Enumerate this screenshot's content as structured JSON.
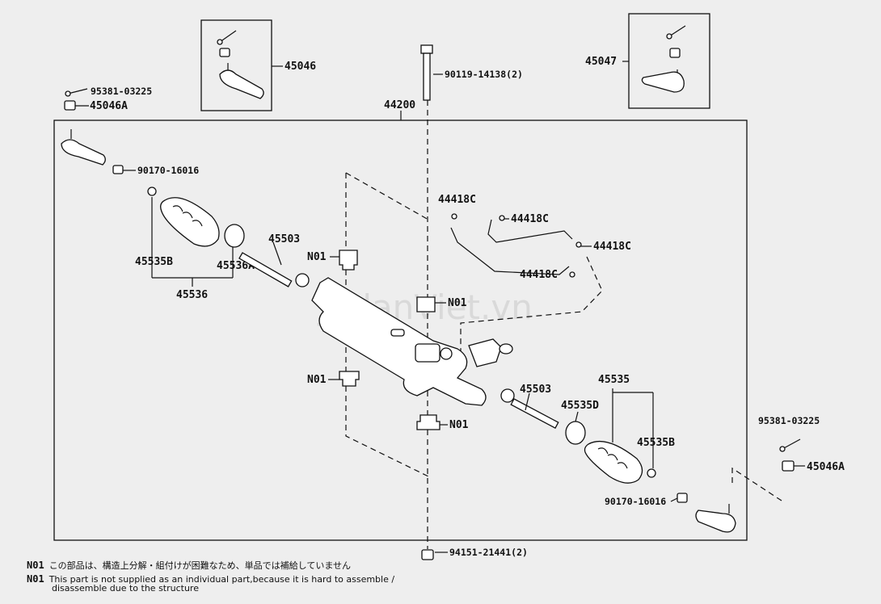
{
  "watermark": "JedanViet.vn",
  "labels": {
    "p44200": "44200",
    "p45046": "45046",
    "p45047": "45047",
    "bolt_top": "90119-14138(2)",
    "pin_left": "95381-03225",
    "nut_left": "45046A",
    "nut_90170_left": "90170-16016",
    "p45535b_left": "45535B",
    "p45536a": "45536A",
    "p45536": "45536",
    "p45503_left": "45503",
    "n01_a": "N01",
    "n01_b": "N01",
    "n01_c": "N01",
    "n01_d": "N01",
    "p44418c_1": "44418C",
    "p44418c_2": "44418C",
    "p44418c_3": "44418C",
    "p44418c_4": "44418C",
    "p45503_right": "45503",
    "p45535": "45535",
    "p45535d": "45535D",
    "p45535b_right": "45535B",
    "nut_90170_right": "90170-16016",
    "pin_right": "95381-03225",
    "nut_right": "45046A",
    "bolt_bottom": "94151-21441(2)"
  },
  "notes": {
    "n01_jp_code": "N01",
    "n01_jp": "この部品は、構造上分解・組付けが困難なため、単品では補給していません",
    "n01_en_code": "N01",
    "n01_en_line1": "This part is not supplied as an individual part,because it is hard to assemble /",
    "n01_en_line2": "disassemble due to the structure"
  }
}
